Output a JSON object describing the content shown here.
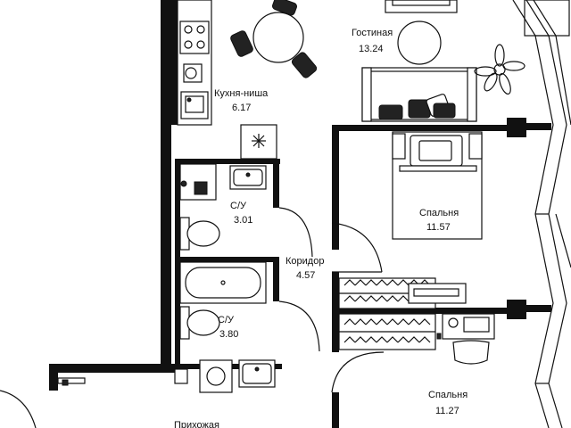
{
  "rooms": {
    "living": {
      "name": "Гостиная",
      "area": "13.24"
    },
    "kitchen": {
      "name": "Кухня-ниша",
      "area": "6.17"
    },
    "bath1": {
      "name": "С/У",
      "area": "3.01"
    },
    "corridor": {
      "name": "Коридор",
      "area": "4.57"
    },
    "bath2": {
      "name": "С/У",
      "area": "3.80"
    },
    "bedroom1": {
      "name": "Спальня",
      "area": "11.57"
    },
    "bedroom2": {
      "name": "Спальня",
      "area": "11.27"
    },
    "hall": {
      "name": "Прихожая",
      "area": ""
    }
  },
  "icons": [
    "snowflake-icon",
    "plant-icon",
    "bed-icon",
    "bathtub-icon",
    "toilet-icon",
    "sink-icon",
    "washing-machine-icon",
    "stove-icon",
    "table-icon",
    "chair-icon",
    "sofa-icon",
    "desk-icon"
  ]
}
